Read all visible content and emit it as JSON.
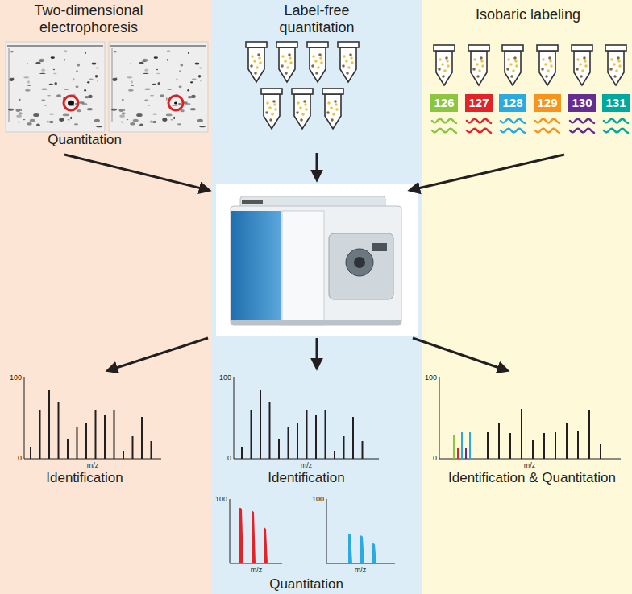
{
  "diagram": {
    "nodes": [
      {
        "text": [
          "Two-dimensional electrophoresis",
          "Quantitation",
          "Identification"
        ]
      },
      {
        "text": [
          "Label-free quantitation",
          "Identification",
          "Quantitation"
        ]
      },
      {
        "text": [
          "Isobaric labeling",
          "Identification & Quantitation"
        ]
      },
      {
        "text": [
          "126"
        ],
        "in": 2
      },
      {
        "text": [
          "127"
        ],
        "in": 2
      },
      {
        "text": [
          "128"
        ],
        "in": 2
      },
      {
        "text": [
          "129"
        ],
        "in": 2
      },
      {
        "text": [
          "130"
        ],
        "in": 2
      },
      {
        "text": [
          "131"
        ],
        "in": 2
      }
    ],
    "labels": [
      "100",
      "0",
      "m/z",
      "100",
      "0",
      "m/z",
      "100",
      "m/z",
      "100",
      "m/z",
      "100",
      "0",
      "m/z"
    ]
  }
}
